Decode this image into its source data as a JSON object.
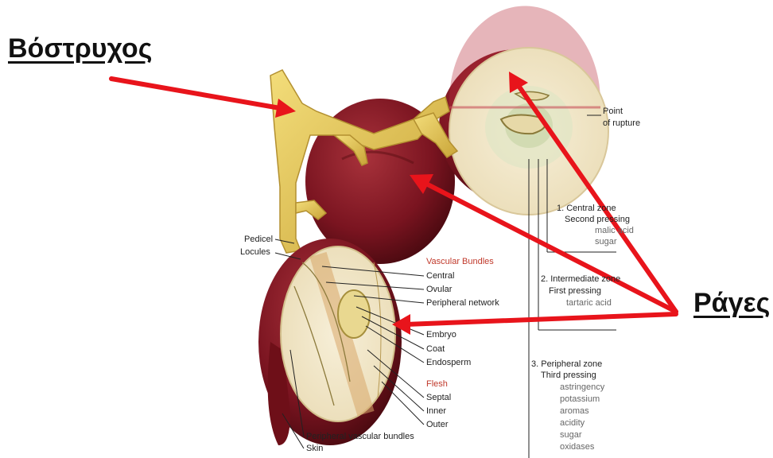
{
  "titles": {
    "stem": "Βόστρυχος",
    "berries": "Ράγες"
  },
  "labels": {
    "point_of_rupture_1": "Point",
    "point_of_rupture_2": "of rupture",
    "pedicel": "Pedicel",
    "locules": "Locules",
    "vascular_bundles": "Vascular Bundles",
    "central": "Central",
    "ovular": "Ovular",
    "peripheral_network": "Peripheral network",
    "embryo": "Embryo",
    "coat": "Coat",
    "endosperm": "Endosperm",
    "flesh": "Flesh",
    "septal": "Septal",
    "inner": "Inner",
    "outer": "Outer",
    "peripheral_vascular_bundles": "Peripheral vascular bundles",
    "skin": "Skin"
  },
  "zones": {
    "central_title": "1. Central zone",
    "central_pressing": "Second pressing",
    "central_items": [
      "malic acid",
      "sugar"
    ],
    "intermediate_title": "2. Intermediate zone",
    "intermediate_pressing": "First pressing",
    "intermediate_items": [
      "tartaric acid"
    ],
    "peripheral_title": "3. Peripheral zone",
    "peripheral_pressing": "Third pressing",
    "peripheral_items": [
      "astringency",
      "potassium",
      "aromas",
      "acidity",
      "sugar",
      "oxidases"
    ]
  },
  "colors": {
    "arrow": "#e8141b",
    "berry_dark": "#5a0d12",
    "berry_mid": "#8b1a24",
    "stem": "#e0c24e",
    "flesh": "#f2e6c8",
    "seed": "#c9b46a"
  }
}
